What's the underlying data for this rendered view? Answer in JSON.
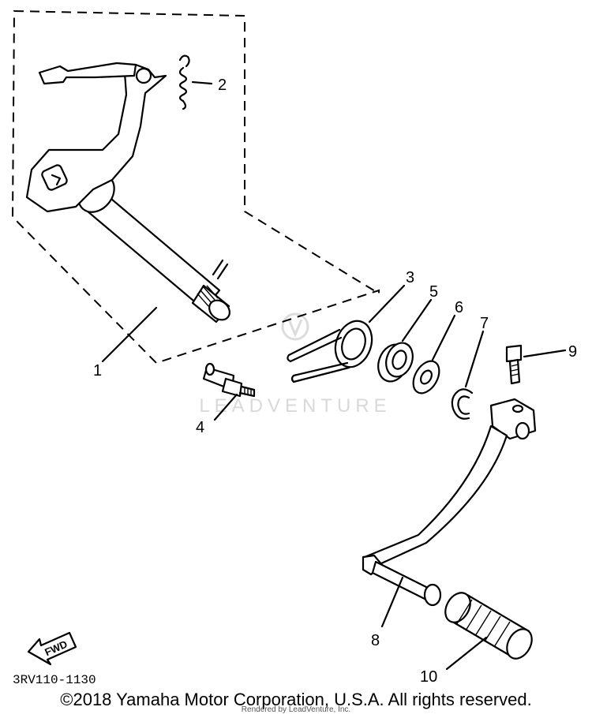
{
  "diagram": {
    "callouts": [
      {
        "id": "1",
        "label": "1"
      },
      {
        "id": "2",
        "label": "2"
      },
      {
        "id": "3",
        "label": "3"
      },
      {
        "id": "4",
        "label": "4"
      },
      {
        "id": "5",
        "label": "5"
      },
      {
        "id": "6",
        "label": "6"
      },
      {
        "id": "7",
        "label": "7"
      },
      {
        "id": "8",
        "label": "8"
      },
      {
        "id": "9",
        "label": "9"
      },
      {
        "id": "10",
        "label": "10"
      }
    ],
    "fwd_label": "FWD",
    "diagram_code": "3RV110-1130",
    "watermark": "LEADVENTURE"
  },
  "footer": {
    "copyright": "©2018 Yamaha Motor Corporation, U.S.A. All rights reserved.",
    "rendered_by": "Rendered by LeadVenture, Inc."
  }
}
